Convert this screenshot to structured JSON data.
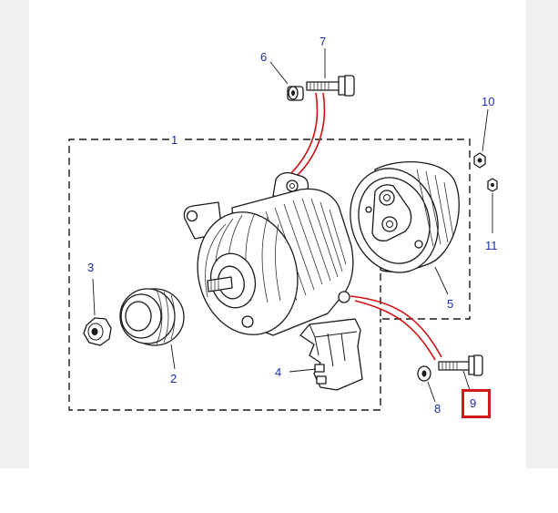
{
  "callouts": {
    "c1": "1",
    "c2": "2",
    "c3": "3",
    "c4": "4",
    "c5": "5",
    "c6": "6",
    "c7": "7",
    "c8": "8",
    "c9": "9",
    "c10": "10",
    "c11": "11"
  },
  "highlighted_callout": "9",
  "colors": {
    "callout_text": "#1a2eb0",
    "highlight_box": "#d01818",
    "bolt_path": "#d01010",
    "side_panel": "#f0f0f0"
  }
}
